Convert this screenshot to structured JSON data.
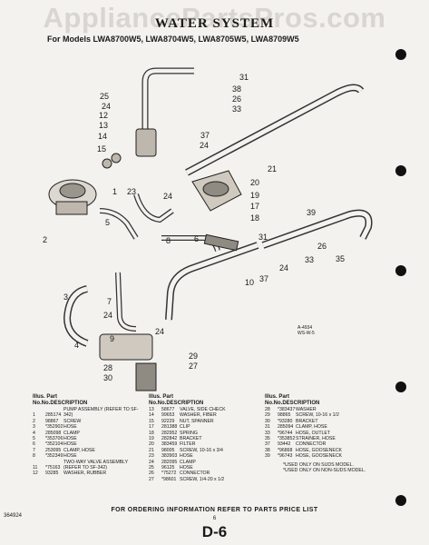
{
  "watermark": "AppliancePartsPros.com",
  "title": "WATER SYSTEM",
  "models": "For Models LWA8700W5, LWA8704W5, LWA8705W5, LWA8709W5",
  "figure_id": "A-4934\nWS-W-5",
  "callouts": [
    {
      "n": "31"
    },
    {
      "n": "25"
    },
    {
      "n": "24"
    },
    {
      "n": "13"
    },
    {
      "n": "12"
    },
    {
      "n": "14"
    },
    {
      "n": "15"
    },
    {
      "n": "38"
    },
    {
      "n": "26"
    },
    {
      "n": "33"
    },
    {
      "n": "37"
    },
    {
      "n": "24"
    },
    {
      "n": "21"
    },
    {
      "n": "20"
    },
    {
      "n": "19"
    },
    {
      "n": "17"
    },
    {
      "n": "18"
    },
    {
      "n": "1"
    },
    {
      "n": "23"
    },
    {
      "n": "24"
    },
    {
      "n": "5"
    },
    {
      "n": "2"
    },
    {
      "n": "8"
    },
    {
      "n": "6"
    },
    {
      "n": "39"
    },
    {
      "n": "31"
    },
    {
      "n": "26"
    },
    {
      "n": "35"
    },
    {
      "n": "33"
    },
    {
      "n": "24"
    },
    {
      "n": "3"
    },
    {
      "n": "7"
    },
    {
      "n": "10"
    },
    {
      "n": "37"
    },
    {
      "n": "24"
    },
    {
      "n": "4"
    },
    {
      "n": "9"
    },
    {
      "n": "24"
    },
    {
      "n": "29"
    },
    {
      "n": "27"
    },
    {
      "n": "28"
    },
    {
      "n": "30"
    }
  ],
  "parts_headers": {
    "illus": "Illus. Part",
    "no": "No.",
    "no2": "No.",
    "desc": "DESCRIPTION"
  },
  "parts_columns": [
    [
      {
        "no": "1",
        "pn": "285174",
        "desc": "PUMP ASSEMBLY (REFER TO SF-342)"
      },
      {
        "no": "2",
        "pn": "98867",
        "desc": "SCREW"
      },
      {
        "no": "3",
        "pn": "*352902",
        "desc": "HOSE"
      },
      {
        "no": "4",
        "pn": "285098",
        "desc": "CLAMP"
      },
      {
        "no": "5",
        "pn": "*353706",
        "desc": "HOSE"
      },
      {
        "no": "6",
        "pn": "*352104",
        "desc": "HOSE"
      },
      {
        "no": "7",
        "pn": "253095",
        "desc": "CLAMP, HOSE"
      },
      {
        "no": "8",
        "pn": "*352349",
        "desc": "HOSE"
      },
      {
        "no": "11",
        "pn": "*75163",
        "desc": "TWO-WAY VALVE ASSEMBLY (REFER TO SF-342)"
      },
      {
        "no": "12",
        "pn": "93285",
        "desc": "WASHER, RUBBER"
      }
    ],
    [
      {
        "no": "13",
        "pn": "58677",
        "desc": "VALVE, SIDE CHECK"
      },
      {
        "no": "14",
        "pn": "99653",
        "desc": "WASHER, FIBER"
      },
      {
        "no": "15",
        "pn": "92229",
        "desc": "NUT, SPANNER"
      },
      {
        "no": "17",
        "pn": "281388",
        "desc": "CLIP"
      },
      {
        "no": "18",
        "pn": "282952",
        "desc": "SPRING"
      },
      {
        "no": "19",
        "pn": "282842",
        "desc": "BRACKET"
      },
      {
        "no": "20",
        "pn": "383459",
        "desc": "FILTER"
      },
      {
        "no": "21",
        "pn": "98005",
        "desc": "SCREW, 10-16 x 3/4"
      },
      {
        "no": "23",
        "pn": "383903",
        "desc": "HOSE"
      },
      {
        "no": "24",
        "pn": "282095",
        "desc": "CLAMP"
      },
      {
        "no": "25",
        "pn": "96125",
        "desc": "HOSE"
      },
      {
        "no": "26",
        "pn": "*75272",
        "desc": "CONNECTOR"
      },
      {
        "no": "27",
        "pn": "*98601",
        "desc": "SCREW, 1/4-20 x 1/2"
      }
    ],
    [
      {
        "no": "28",
        "pn": "*383437",
        "desc": "WASHER"
      },
      {
        "no": "29",
        "pn": "98865",
        "desc": "SCREW, 10-16 x 1/2"
      },
      {
        "no": "30",
        "pn": "*93280",
        "desc": "BRACKET"
      },
      {
        "no": "31",
        "pn": "285094",
        "desc": "CLAMP, HOSE"
      },
      {
        "no": "33",
        "pn": "*96744",
        "desc": "HOSE, OUTLET"
      },
      {
        "no": "35",
        "pn": "*353852",
        "desc": "STRAINER, HOSE"
      },
      {
        "no": "37",
        "pn": "93442",
        "desc": "CONNECTOR"
      },
      {
        "no": "38",
        "pn": "*96868",
        "desc": "HOSE, GOOSENECK"
      },
      {
        "no": "39",
        "pn": "*96743",
        "desc": "HOSE, GOOSENECK"
      }
    ]
  ],
  "notes": [
    "*USED ONLY ON SUDS MODEL.",
    "*USED ONLY ON NON-SUDS MODEL."
  ],
  "footer": "FOR ORDERING INFORMATION REFER TO PARTS PRICE LIST",
  "page_number": "6",
  "doc_number": "364924",
  "page_code": "D-6"
}
